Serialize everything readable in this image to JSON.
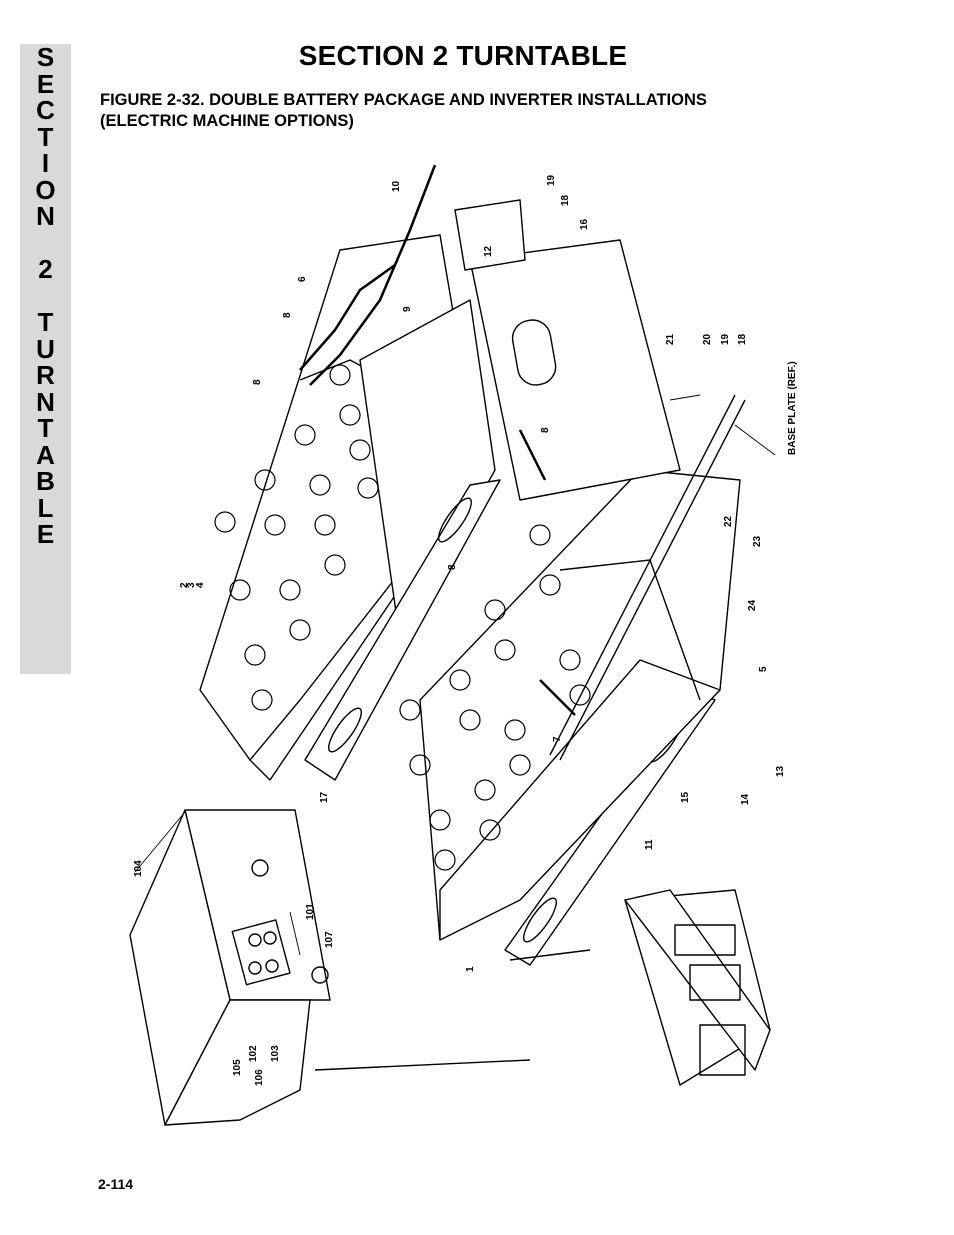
{
  "side_tab": {
    "letters": [
      "S",
      "E",
      "C",
      "T",
      "I",
      "O",
      "N",
      "",
      "2",
      "",
      "T",
      "U",
      "R",
      "N",
      "T",
      "A",
      "B",
      "L",
      "E"
    ]
  },
  "header": {
    "title": "SECTION 2   TURNTABLE"
  },
  "figure": {
    "caption_line1": "FIGURE 2-32.  DOUBLE BATTERY PACKAGE AND INVERTER INSTALLATIONS",
    "caption_line2": "(ELECTRIC MACHINE OPTIONS)"
  },
  "callouts": {
    "c1": "1",
    "c2": "2",
    "c3": "3",
    "c4": "4",
    "c5": "5",
    "c6": "6",
    "c7": "7",
    "c8a": "8",
    "c8b": "8",
    "c8c": "8",
    "c8d": "8",
    "c9": "9",
    "c10": "10",
    "c11": "11",
    "c12": "12",
    "c13": "13",
    "c14": "14",
    "c15": "15",
    "c16": "16",
    "c17": "17",
    "c18a": "18",
    "c18b": "18",
    "c19a": "19",
    "c19b": "19",
    "c20": "20",
    "c21": "21",
    "c22": "22",
    "c23": "23",
    "c24": "24",
    "c101": "101",
    "c102": "102",
    "c103": "103",
    "c104": "104",
    "c105": "105",
    "c106": "106",
    "c107": "107",
    "base_plate": "BASE PLATE (REF.)"
  },
  "footer": {
    "page_number": "2-114"
  }
}
